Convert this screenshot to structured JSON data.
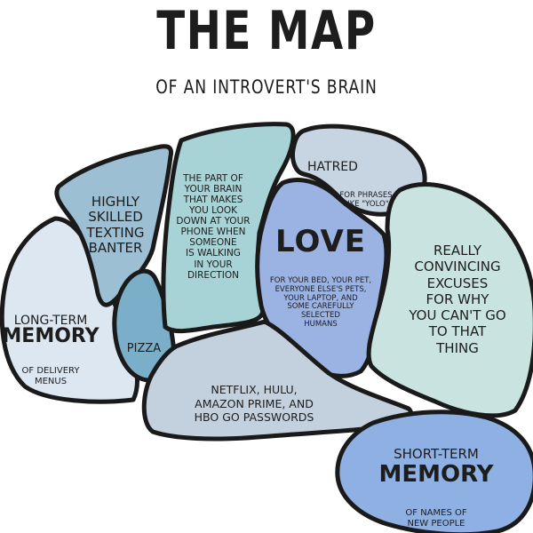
{
  "header": {
    "title": "THE MAP",
    "subtitle": "OF AN INTROVERT'S BRAIN"
  },
  "colors": {
    "outline": "#1a1a1a",
    "background": "#ffffff",
    "text": "#1d1d1d"
  },
  "regions": {
    "long_term": {
      "heading": "LONG-TERM\nMEMORY",
      "detail": "OF DELIVERY\nMENUS",
      "color": "#dde7f2"
    },
    "texting": {
      "text": "HIGHLY\nSKILLED\nTEXTING\nBANTER",
      "color": "#9cbfd4"
    },
    "pizza": {
      "text": "PIZZA",
      "color": "#7aaec9"
    },
    "phone": {
      "text": "THE PART OF\nYOUR BRAIN\nTHAT MAKES\nYOU LOOK\nDOWN AT YOUR\nPHONE WHEN\nSOMEONE\nIS WALKING\nIN YOUR\nDIRECTION",
      "color": "#a7d3d6"
    },
    "hatred": {
      "heading": "HATRED",
      "detail": "FOR PHRASES\nLIKE \"YOLO\"",
      "color": "#c7d4e2"
    },
    "love": {
      "heading": "LOVE",
      "detail": "FOR YOUR BED, YOUR PET,\nEVERYONE ELSE'S PETS,\nYOUR LAPTOP, AND\nSOME CAREFULLY\nSELECTED\nHUMANS",
      "color": "#9ab3e3"
    },
    "excuses": {
      "text": "REALLY\nCONVINCING\nEXCUSES\nFOR WHY\nYOU CAN'T GO\nTO THAT\nTHING",
      "color": "#c9e4e0"
    },
    "passwords": {
      "text": "NETFLIX, HULU,\nAMAZON PRIME, AND\nHBO GO PASSWORDS",
      "color": "#c3d0de"
    },
    "short_term": {
      "heading": "SHORT-TERM\nMEMORY",
      "detail": "OF NAMES OF\nNEW PEOPLE",
      "color": "#8fb0e2"
    }
  }
}
